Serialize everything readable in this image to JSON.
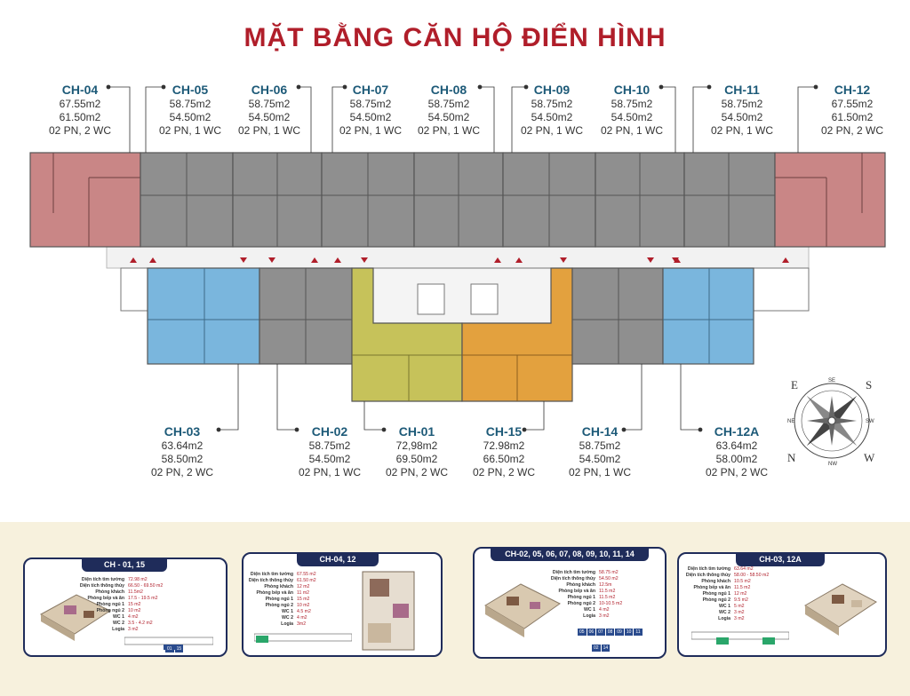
{
  "title": "MẶT BẰNG CĂN HỘ ĐIỂN HÌNH",
  "top_units": [
    {
      "code": "CH-04",
      "gross": "67.55m2",
      "net": "61.50m2",
      "rooms": "02 PN, 2 WC"
    },
    {
      "code": "CH-05",
      "gross": "58.75m2",
      "net": "54.50m2",
      "rooms": "02 PN, 1 WC"
    },
    {
      "code": "CH-06",
      "gross": "58.75m2",
      "net": "54.50m2",
      "rooms": "02 PN, 1 WC"
    },
    {
      "code": "CH-07",
      "gross": "58.75m2",
      "net": "54.50m2",
      "rooms": "02 PN, 1 WC"
    },
    {
      "code": "CH-08",
      "gross": "58.75m2",
      "net": "54.50m2",
      "rooms": "02 PN, 1 WC"
    },
    {
      "code": "CH-09",
      "gross": "58.75m2",
      "net": "54.50m2",
      "rooms": "02 PN, 1 WC"
    },
    {
      "code": "CH-10",
      "gross": "58.75m2",
      "net": "54.50m2",
      "rooms": "02 PN, 1 WC"
    },
    {
      "code": "CH-11",
      "gross": "58.75m2",
      "net": "54.50m2",
      "rooms": "02 PN, 1 WC"
    },
    {
      "code": "CH-12",
      "gross": "67.55m2",
      "net": "61.50m2",
      "rooms": "02 PN, 2 WC"
    }
  ],
  "bottom_units": [
    {
      "code": "CH-03",
      "gross": "63.64m2",
      "net": "58.50m2",
      "rooms": "02 PN, 2 WC"
    },
    {
      "code": "CH-02",
      "gross": "58.75m2",
      "net": "54.50m2",
      "rooms": "02 PN, 1 WC"
    },
    {
      "code": "CH-01",
      "gross": "72,98m2",
      "net": "69.50m2",
      "rooms": "02 PN, 2 WC"
    },
    {
      "code": "CH-15",
      "gross": "72.98m2",
      "net": "66.50m2",
      "rooms": "02 PN, 2 WC"
    },
    {
      "code": "CH-14",
      "gross": "58.75m2",
      "net": "54.50m2",
      "rooms": "02 PN, 1 WC"
    },
    {
      "code": "CH-12A",
      "gross": "63.64m2",
      "net": "58.00m2",
      "rooms": "02 PN, 2 WC"
    }
  ],
  "compass": {
    "letters": [
      "E",
      "S",
      "W",
      "N"
    ],
    "minor": [
      "SE",
      "SW",
      "NW",
      "NE"
    ]
  },
  "colors": {
    "gray": "#8f8f8f",
    "pink": "#c98686",
    "blue": "#7ab6dd",
    "olive": "#c6c25a",
    "orange": "#e3a13e",
    "navy": "#1f2c5a",
    "red": "#b01e2a"
  },
  "cards": [
    {
      "title": "CH - 01, 15",
      "specs": [
        [
          "Diện tích tim tường",
          "72.98 m2"
        ],
        [
          "Diện tích thông thủy",
          "66.50 - 69.50 m2"
        ],
        [
          "Phòng khách",
          "11.5m2"
        ],
        [
          "Phòng bếp và ăn",
          "17.5 - 19.5 m2"
        ],
        [
          "Phòng ngủ 1",
          "15 m2"
        ],
        [
          "Phòng ngủ 2",
          "10 m2"
        ],
        [
          "WC 1",
          "4 m2"
        ],
        [
          "WC 2",
          "3.5 - 4.2 m2"
        ],
        [
          "Logia",
          "3 m2"
        ]
      ],
      "units": [
        "01",
        "15"
      ]
    },
    {
      "title": "CH-04, 12",
      "specs": [
        [
          "Diện tích tim tường",
          "67.55 m2"
        ],
        [
          "Diện tích thông thủy",
          "61.50 m2"
        ],
        [
          "Phòng khách",
          "12 m2"
        ],
        [
          "Phòng bếp và ăn",
          "11 m2"
        ],
        [
          "Phòng ngủ 1",
          "15 m2"
        ],
        [
          "Phòng ngủ 2",
          "10 m2"
        ],
        [
          "WC 1",
          "4.5 m2"
        ],
        [
          "WC 2",
          "4 m2"
        ],
        [
          "Logia",
          "3m2"
        ]
      ],
      "units": []
    },
    {
      "title": "CH-02, 05, 06, 07, 08, 09, 10, 11, 14",
      "specs": [
        [
          "Diện tích tim tường",
          "58.75 m2"
        ],
        [
          "Diện tích thông thủy",
          "54.50 m2"
        ],
        [
          "Phòng khách",
          "12.5m"
        ],
        [
          "Phòng bếp và ăn",
          "11.5 m2"
        ],
        [
          "Phòng ngủ 1",
          "11.5 m2"
        ],
        [
          "Phòng ngủ 2",
          "10-10.5 m2"
        ],
        [
          "WC 1",
          "4 m2"
        ],
        [
          "Logia",
          "3 m2"
        ]
      ],
      "units": [
        "05",
        "06",
        "07",
        "08",
        "09",
        "10",
        "11",
        "02",
        "14"
      ]
    },
    {
      "title": "CH-03, 12A",
      "specs": [
        [
          "Diện tích tim tường",
          "63.64 m2"
        ],
        [
          "Diện tích thông thủy",
          "58.00 - 58.50 m2"
        ],
        [
          "Phòng khách",
          "10.5 m2"
        ],
        [
          "Phòng bếp và ăn",
          "11.5 m2"
        ],
        [
          "Phòng ngủ 1",
          "12 m2"
        ],
        [
          "Phòng ngủ 2",
          "9.5 m2"
        ],
        [
          "WC 1",
          "5 m2"
        ],
        [
          "WC 2",
          "3 m2"
        ],
        [
          "Logia",
          "3 m2"
        ]
      ],
      "units": []
    }
  ]
}
